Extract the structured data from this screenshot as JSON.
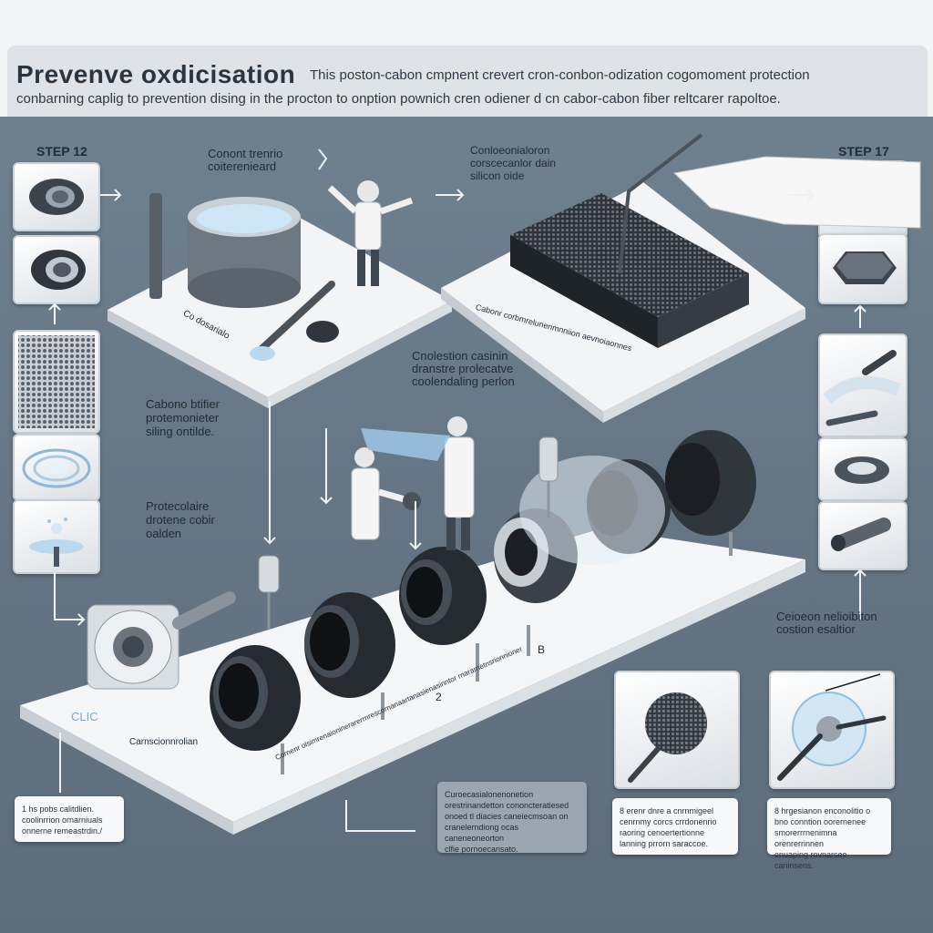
{
  "header": {
    "title": "Prevenve oxdicisation",
    "intro_line1": "This poston-cabon cmpnent crevert cron-conbon-odization cogomoment protection",
    "intro_line2": "conbarning caplig to prevention dising in the procton to onption pownich cren odiener d cn cabor-cabon fiber reltcarer rapoltoe."
  },
  "steps": {
    "left": "STEP 12",
    "right": "STEP 17"
  },
  "labels": {
    "station1_top": "Conont trenrio\ncoiterenieard",
    "station1_base": "Co dosarialo",
    "station2_top": "Conloeonialoron\ncorscecanlor dain\nsilicon oide",
    "station2_base": "Cabonr corbmrelunenmnniion aevnoiaonnes",
    "carbon_label": "Cabono btifier\nprotemonieter\nsiling ontilde.",
    "protect_label": "Protecolaire\ndrotene cobir\noalden",
    "oxidation_label": "Cnolestion casinin\ndranstre prolecatve\ncoolendaling perlon",
    "collect_label": "Ceioeon nelioibiton\ncostion esaltior",
    "conveyor_tag": "CLIC",
    "conveyor_caption": "Carnscionnrolian",
    "belt_caption": "Cornenr olsimrenaioninerarerrnrescornanaartanasienasinntor rnararnetnsrionnioner",
    "num_2": "2",
    "num_b": "B"
  },
  "notes": [
    {
      "text": "1 hs pobs calitdlien.\ncoolinrrion ornarniuals\nonnerne remeastrdin./"
    },
    {
      "text": "Curoecasialonenonetion\norestrinandetton cononcteratiesed\nonoed tl diacies caneiecmsoan on\ncranelerndiong ocas caneneoneorton\nclfie pornoecansato."
    },
    {
      "text": "8 erenr dnre a cnrnmigeel\ncenrnmy corcs crrdonenrio\nraoring cenoertertionne\nlanning prrorn saraccoe."
    },
    {
      "text": "8 hrgesianon enconolitio o\nbno conntion oorernenee\nsmorerrrnenimna orenrerrinnen\nenuaping rovnarsee caninsens."
    }
  ],
  "colors": {
    "board": "#647483",
    "accent_blue": "#5aa8e0",
    "carbon": "#2a2f35"
  }
}
